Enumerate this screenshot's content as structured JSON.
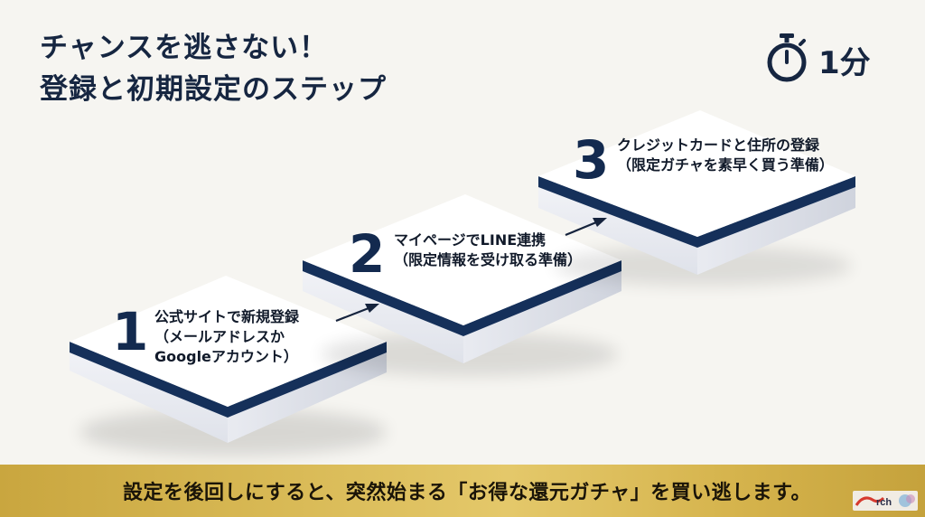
{
  "title": {
    "line1": "チャンスを逃さない！",
    "line2": "登録と初期設定のステップ"
  },
  "timer": {
    "icon": "stopwatch-icon",
    "label": "1分"
  },
  "steps": [
    {
      "number": "1",
      "line1": "公式サイトで新規登録",
      "line2": "（メールアドレスか",
      "line3": "Googleアカウント）"
    },
    {
      "number": "2",
      "line1": "マイページでLINE連携",
      "line2": "（限定情報を受け取る準備）"
    },
    {
      "number": "3",
      "line1": "クレジットカードと住所の登録",
      "line2": "（限定ガチャを素早く買う準備）"
    }
  ],
  "banner": {
    "text": "設定を後回しにすると、突然始まる「お得な還元ガチャ」を買い逃します。"
  },
  "colors": {
    "navy": "#15305a",
    "text_dark": "#162641",
    "gold": "#d8b955",
    "background": "#f6f5f1"
  }
}
